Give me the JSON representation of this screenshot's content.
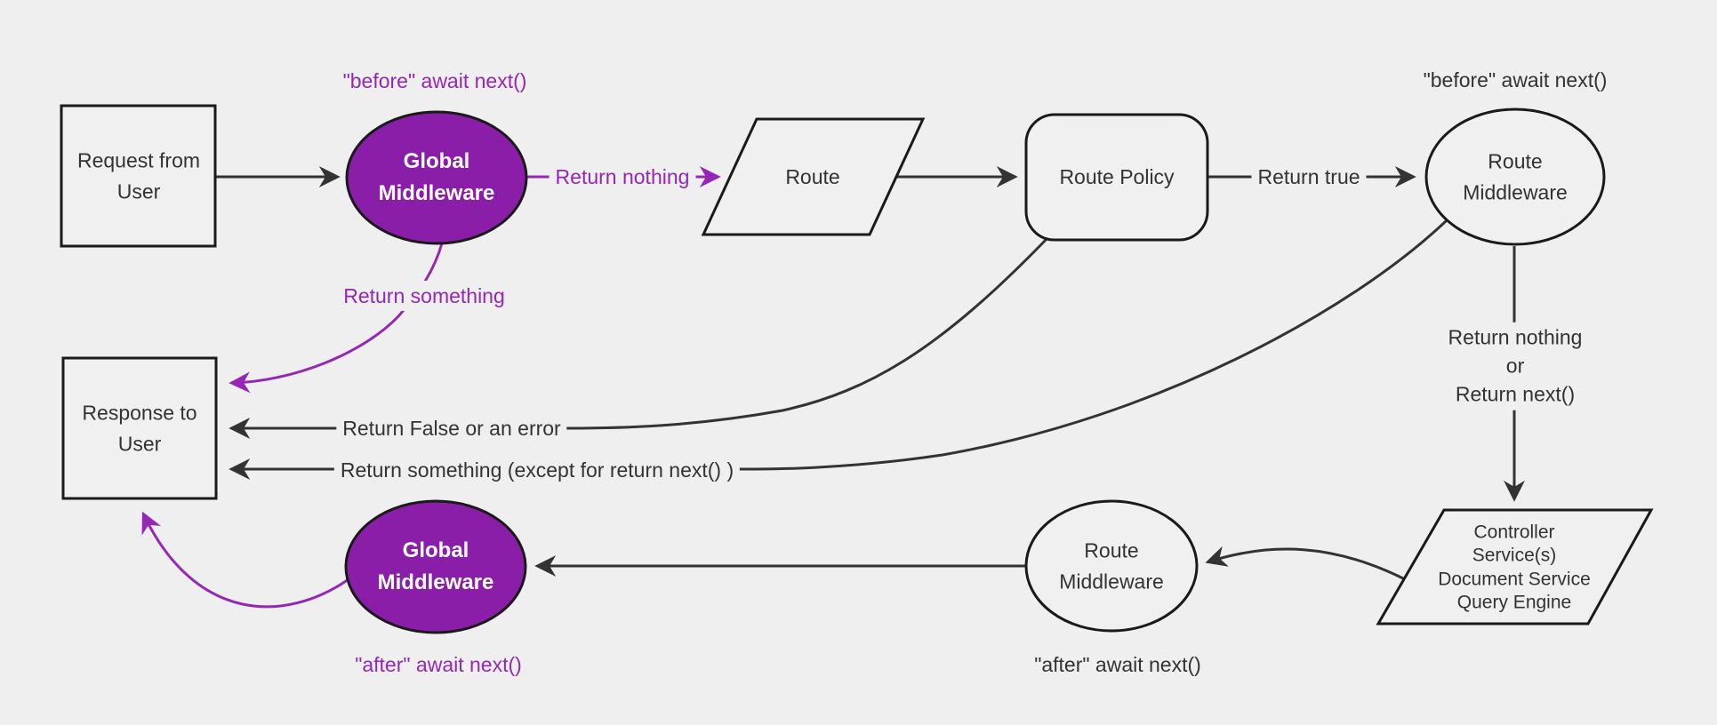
{
  "colors": {
    "background": "#efefef",
    "node_fill": "#f0f0f0",
    "node_border": "#1a1a1a",
    "edge": "#333333",
    "text": "#333333",
    "purple_fill": "#8b1ea8",
    "purple": "#9428b4",
    "text_on_purple": "#ffffff"
  },
  "nodes": {
    "request": {
      "label": "Request from\nUser"
    },
    "global_middleware_top": {
      "label": "Global\nMiddleware"
    },
    "route": {
      "label": "Route"
    },
    "route_policy": {
      "label": "Route Policy"
    },
    "route_middleware_top": {
      "label": "Route\nMiddleware"
    },
    "controller": {
      "label": "Controller\nService(s)\nDocument Service\nQuery Engine"
    },
    "route_middleware_bottom": {
      "label": "Route\nMiddleware"
    },
    "global_middleware_bottom": {
      "label": "Global\nMiddleware"
    },
    "response": {
      "label": "Response to\nUser"
    }
  },
  "edge_labels": {
    "before_await_left": "\"before\" await next()",
    "return_nothing_left": "Return nothing",
    "return_something_left": "Return something",
    "return_true": "Return true",
    "before_await_right": "\"before\" await next()",
    "return_nothing_or_next": "Return nothing\nor\nReturn next()",
    "return_false_or_error": "Return False or an error",
    "return_something_except": "Return something (except for return next() )",
    "after_await_right": "\"after\" await next()",
    "after_await_left": "\"after\" await next()"
  }
}
